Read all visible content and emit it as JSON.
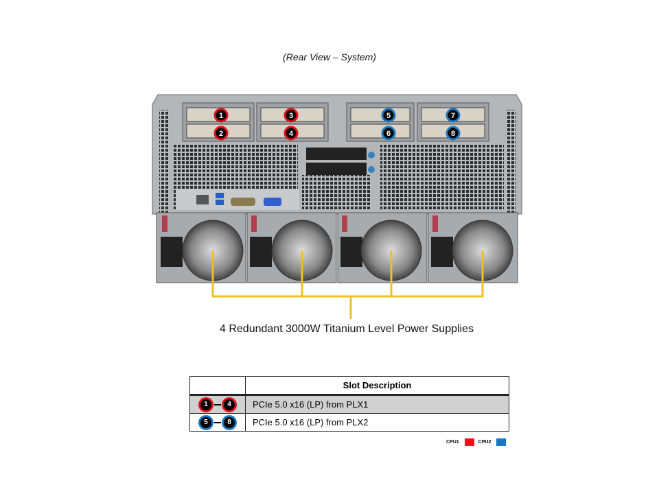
{
  "title": "(Rear View – System)",
  "slots": {
    "cpu1": [
      "1",
      "2",
      "3",
      "4"
    ],
    "cpu2": [
      "5",
      "6",
      "7",
      "8"
    ]
  },
  "caption": "4 Redundant  3000W Titanium  Level Power Supplies",
  "table": {
    "header": [
      "",
      "Slot Description"
    ],
    "rows": [
      {
        "from": "1",
        "to": "4",
        "group": "cpu1",
        "description": "PCIe 5.0 x16 (LP) from PLX1"
      },
      {
        "from": "5",
        "to": "8",
        "group": "cpu2",
        "description": "PCIe 5.0 x16 (LP) from PLX2"
      }
    ]
  },
  "legend": [
    {
      "label": "CPU1",
      "color": "#e8141c"
    },
    {
      "label": "CPU2",
      "color": "#1a78c2"
    }
  ],
  "colors": {
    "cpu1": "#e0101a",
    "cpu2": "#1a78c2",
    "cable": "#f0c020"
  }
}
